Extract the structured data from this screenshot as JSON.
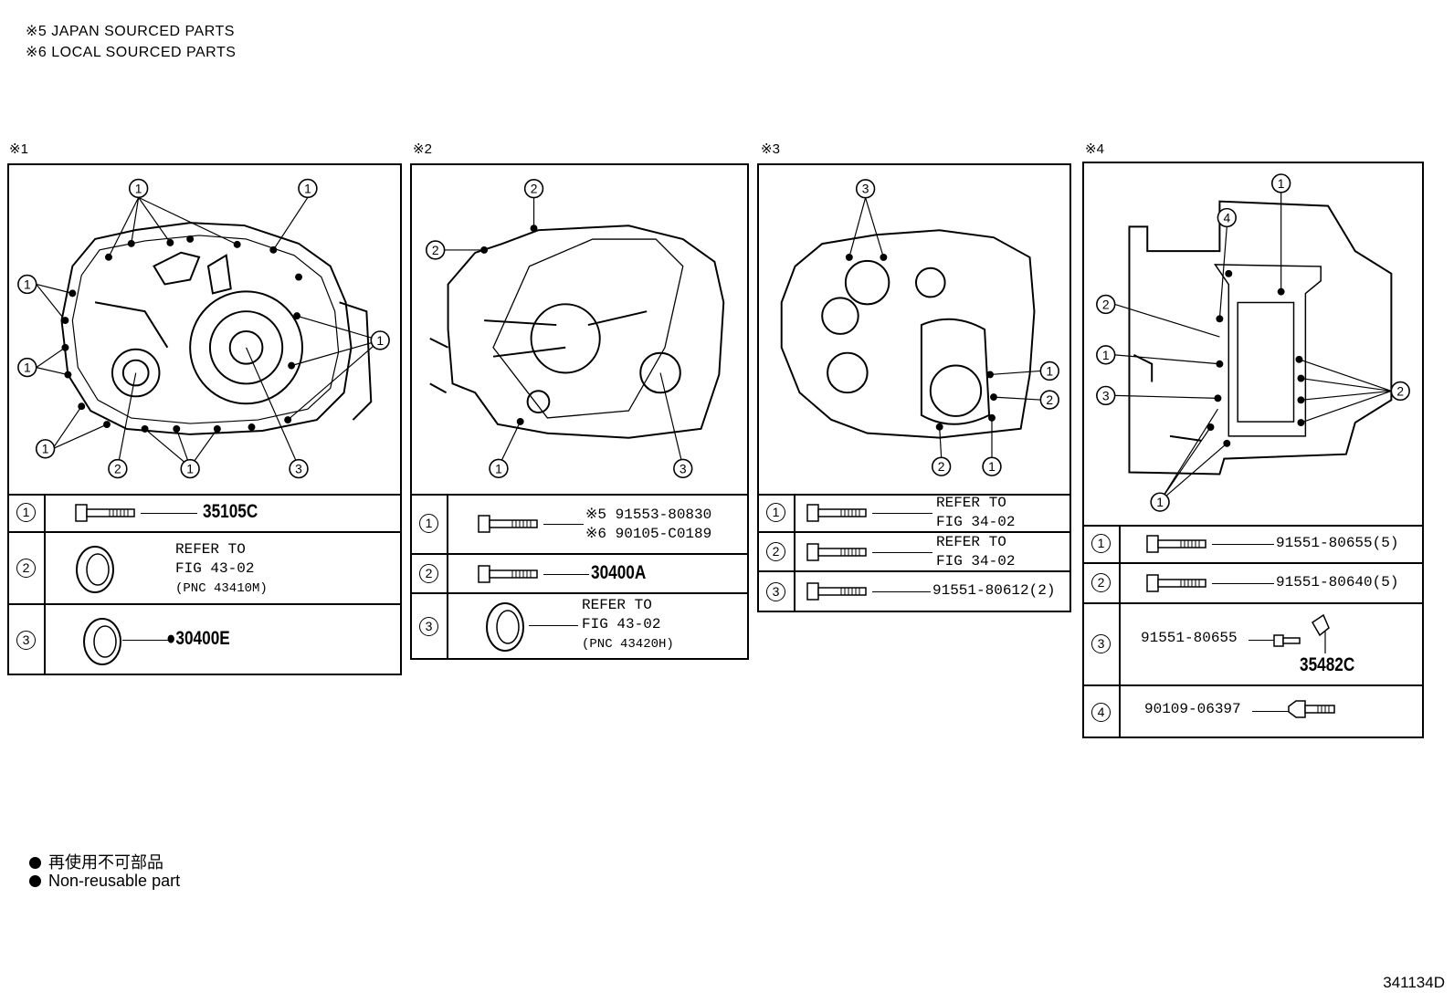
{
  "notes": {
    "japan": "※5 JAPAN SOURCED PARTS",
    "local": "※6 LOCAL SOURCED PARTS"
  },
  "panels": [
    {
      "tag": "※1",
      "callouts": [
        "1",
        "2",
        "3"
      ],
      "rows": [
        {
          "index": "1",
          "part": "35105C",
          "icon": "bolt-icon"
        },
        {
          "index": "2",
          "refer": [
            "REFER TO",
            "FIG 43-02",
            "(PNC 43410M)"
          ],
          "icon": "oil-seal-icon"
        },
        {
          "index": "3",
          "part": "30400E",
          "non_reusable_mark": "●",
          "icon": "oil-seal-icon"
        }
      ]
    },
    {
      "tag": "※2",
      "callouts": [
        "1",
        "2",
        "3"
      ],
      "rows": [
        {
          "index": "1",
          "part_lines": [
            "※5 91553-80830",
            "※6 90105-C0189"
          ],
          "icon": "bolt-icon"
        },
        {
          "index": "2",
          "part": "30400A",
          "icon": "bolt-icon"
        },
        {
          "index": "3",
          "refer": [
            "REFER TO",
            "FIG 43-02",
            "(PNC 43420H)"
          ],
          "icon": "oil-seal-icon"
        }
      ]
    },
    {
      "tag": "※3",
      "callouts": [
        "1",
        "2",
        "3"
      ],
      "rows": [
        {
          "index": "1",
          "refer": [
            "REFER TO",
            "FIG 34-02"
          ],
          "icon": "bolt-icon"
        },
        {
          "index": "2",
          "refer": [
            "REFER TO",
            "FIG 34-02"
          ],
          "icon": "bolt-icon"
        },
        {
          "index": "3",
          "part": "91551-80612(2)",
          "icon": "bolt-icon"
        }
      ]
    },
    {
      "tag": "※4",
      "callouts": [
        "1",
        "2",
        "3",
        "4"
      ],
      "rows": [
        {
          "index": "1",
          "part": "91551-80655(5)",
          "icon": "bolt-icon"
        },
        {
          "index": "2",
          "part": "91551-80640(5)",
          "icon": "bolt-icon"
        },
        {
          "index": "3",
          "part": "91551-80655",
          "extra_part": "35482C",
          "icon": "bracket-icon"
        },
        {
          "index": "4",
          "part": "90109-06397",
          "icon": "stud-bolt-icon"
        }
      ]
    }
  ],
  "legend": {
    "jp": "再使用不可部品",
    "en": "Non-reusable part",
    "mark": "●"
  },
  "figure_number": "341134D",
  "colors": {
    "ink": "#000000",
    "paper": "#ffffff"
  }
}
